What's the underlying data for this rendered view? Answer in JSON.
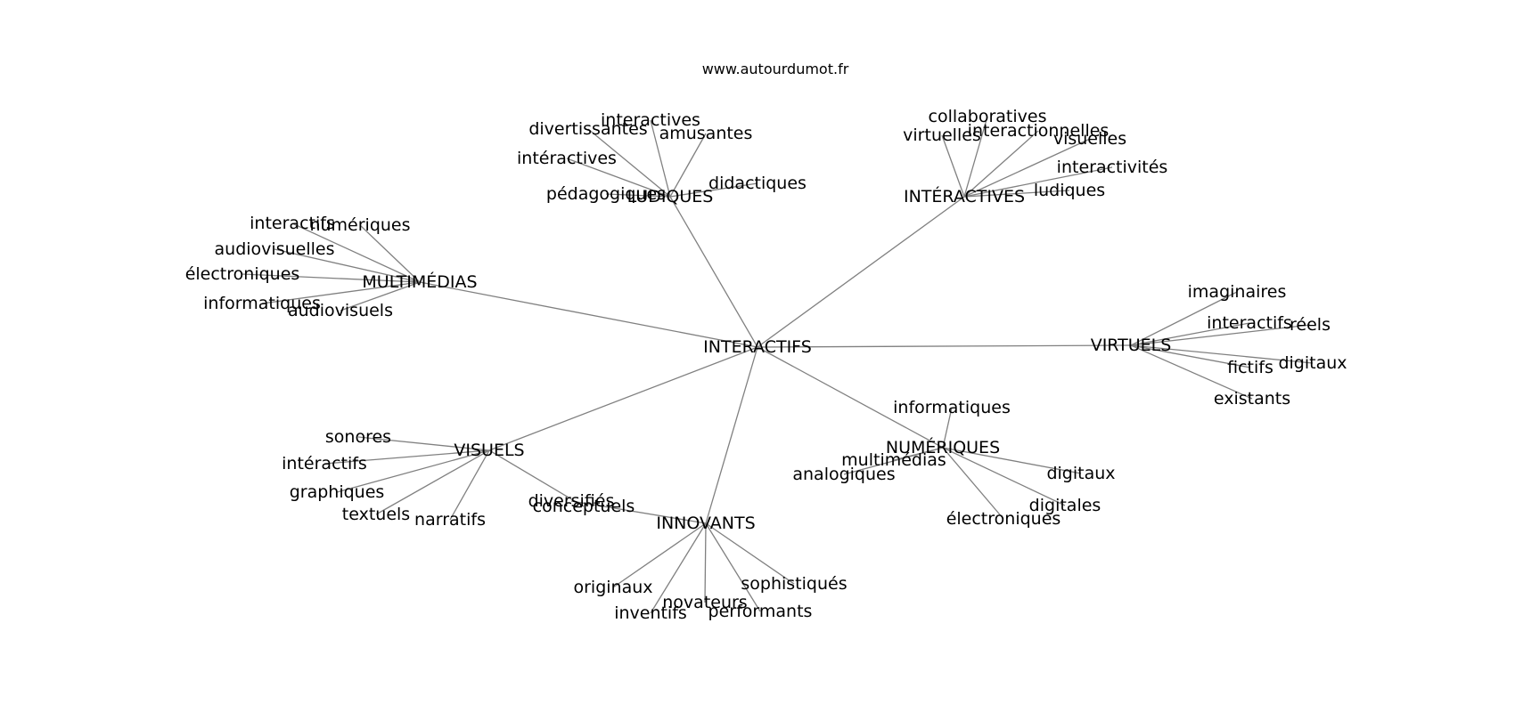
{
  "header": {
    "source": "www.autourdumot.fr"
  },
  "graph": {
    "center": {
      "id": "center",
      "label": "INTERACTIFS"
    },
    "hubs": [
      {
        "id": "ludiques",
        "label": "LUDIQUES",
        "leaves": [
          "divertissantes",
          "interactives",
          "amusantes",
          "intéractives",
          "pédagogiques",
          "didactiques"
        ]
      },
      {
        "id": "interactives",
        "label": "INTÉRACTIVES",
        "leaves": [
          "collaboratives",
          "virtuelles",
          "interactionnelles",
          "visuelles",
          "interactivités",
          "ludiques"
        ]
      },
      {
        "id": "multimedias",
        "label": "MULTIMÉDIAS",
        "leaves": [
          "interactifs",
          "numériques",
          "audiovisuelles",
          "électroniques",
          "informatiques",
          "audiovisuels"
        ]
      },
      {
        "id": "virtuels",
        "label": "VIRTUELS",
        "leaves": [
          "imaginaires",
          "interactifs",
          "réels",
          "fictifs",
          "digitaux",
          "existants"
        ]
      },
      {
        "id": "numeriques",
        "label": "NUMÉRIQUES",
        "leaves": [
          "informatiques",
          "multimédias",
          "analogiques",
          "digitaux",
          "digitales",
          "électroniques"
        ]
      },
      {
        "id": "visuels",
        "label": "VISUELS",
        "leaves": [
          "sonores",
          "intéractifs",
          "graphiques",
          "textuels",
          "narratifs",
          "conceptuels"
        ]
      },
      {
        "id": "innovants",
        "label": "INNOVANTS",
        "leaves": [
          "diversifiés",
          "originaux",
          "novateurs",
          "inventifs",
          "performants",
          "sophistiqués"
        ]
      }
    ]
  }
}
